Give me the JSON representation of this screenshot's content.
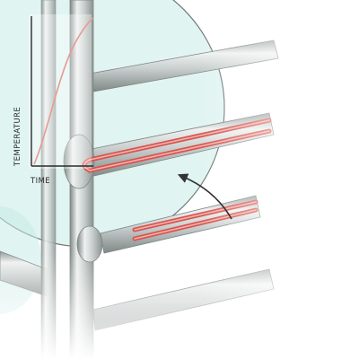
{
  "inset_graph": {
    "x_axis_label": "TIME",
    "y_axis_label": "TEMPERATURE",
    "curve": {
      "description_shape": "rising",
      "color": "#e89a94"
    }
  },
  "colors": {
    "background": "#ffffff",
    "pipe_metal": "#c9cfce",
    "pipe_shadow": "#8f9896",
    "heater_red": "#d6544e",
    "heater_highlight": "#f3b2ae",
    "lens_tint": "#c7ebe6",
    "axis_line": "#2a2a2a",
    "arrow": "#333333"
  },
  "icons": {
    "pointer": "curved-arrow-icon",
    "zoom": "magnifier-lens-icon"
  }
}
